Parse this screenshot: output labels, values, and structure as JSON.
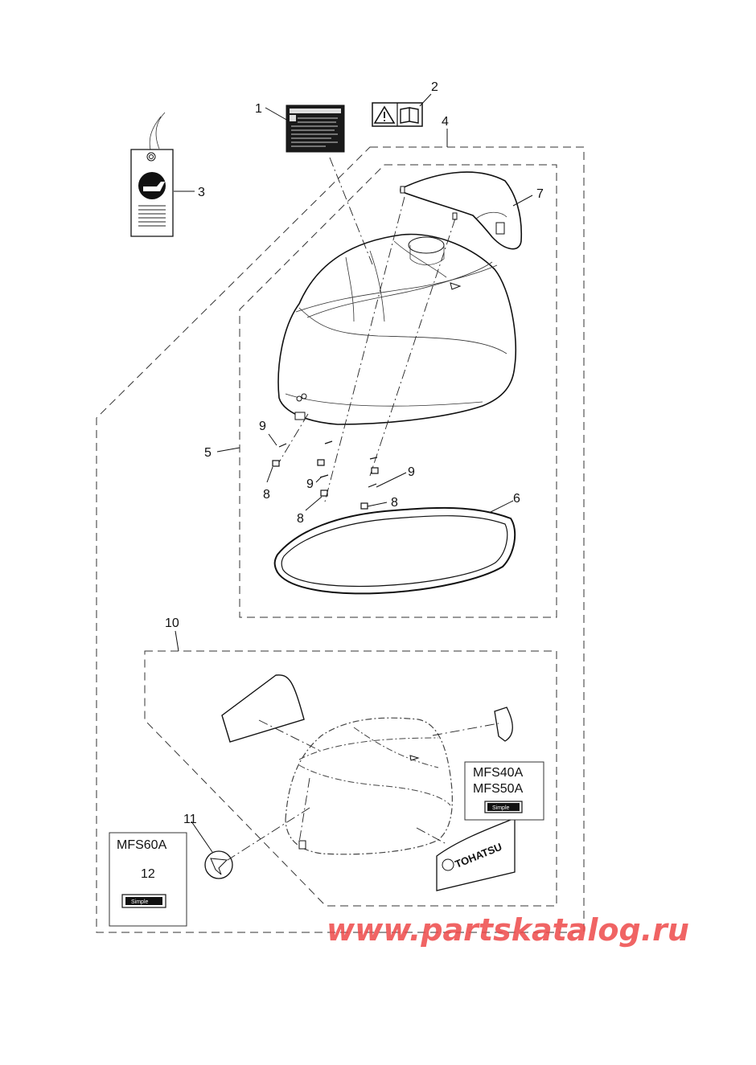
{
  "callouts": {
    "c1": "1",
    "c2": "2",
    "c3": "3",
    "c4": "4",
    "c5": "5",
    "c6": "6",
    "c7": "7",
    "c8a": "8",
    "c8b": "8",
    "c8c": "8",
    "c9a": "9",
    "c9b": "9",
    "c9c": "9",
    "c10": "10",
    "c11": "11",
    "c12": "12"
  },
  "models": {
    "box_a_line1": "MFS40A",
    "box_a_line2": "MFS50A",
    "box_b": "MFS60A"
  },
  "decals": {
    "brand": "TOHATSU",
    "badge": "Simple"
  },
  "watermark": "www.partskatalog.ru"
}
